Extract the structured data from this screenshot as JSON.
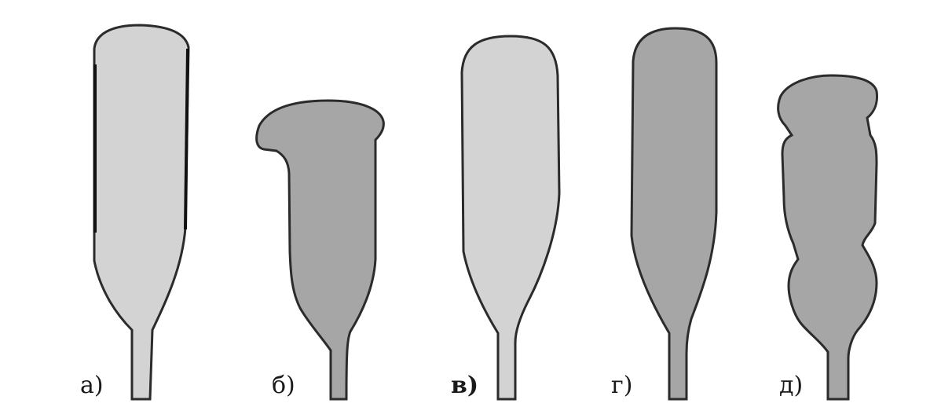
{
  "labels": {
    "a": "а)",
    "b": "б)",
    "v": "в)",
    "g": "г)",
    "d": "д)"
  },
  "colors": {
    "light_fill": "#d3d3d3",
    "dark_fill": "#a6a6a6",
    "outline": "#2b2b2b"
  }
}
